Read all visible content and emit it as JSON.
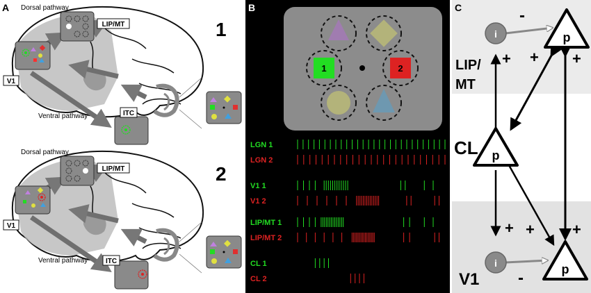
{
  "panel_a": {
    "label": "A",
    "top": {
      "number": "1",
      "dorsal_label": "Dorsal pathway",
      "ventral_label": "Ventral pathway",
      "lipmt_label": "LIP/MT",
      "v1_label": "V1",
      "itc_label": "ITC"
    },
    "bottom": {
      "number": "2",
      "dorsal_label": "Dorsal pathway",
      "ventral_label": "Ventral pathway",
      "lipmt_label": "LIP/MT",
      "v1_label": "V1",
      "itc_label": "ITC"
    }
  },
  "panel_b": {
    "label": "B",
    "stim_labels": {
      "one": "1",
      "two": "2"
    },
    "rows": [
      {
        "label": "LGN 1",
        "color": "#22dd22",
        "ticks": [
          [
            0,
            1,
            28
          ]
        ]
      },
      {
        "label": "LGN 2",
        "color": "#dd2222",
        "ticks": [
          [
            0,
            1,
            25
          ]
        ]
      },
      {
        "label": "V1 1",
        "color": "#22dd22",
        "ticks": [
          [
            0,
            0.12,
            4
          ],
          [
            0.18,
            0.34,
            12
          ],
          [
            0.7,
            0.73,
            2
          ],
          [
            0.86,
            0.92,
            2
          ]
        ]
      },
      {
        "label": "V1 2",
        "color": "#dd2222",
        "ticks": [
          [
            0,
            0.33,
            6
          ],
          [
            0.4,
            0.55,
            14
          ],
          [
            0.74,
            0.77,
            2
          ],
          [
            0.93,
            0.96,
            2
          ]
        ]
      },
      {
        "label": "LIP/MT 1",
        "color": "#22dd22",
        "ticks": [
          [
            0,
            0.12,
            4
          ],
          [
            0.16,
            0.31,
            14
          ],
          [
            0.72,
            0.76,
            2
          ],
          [
            0.86,
            0.92,
            2
          ]
        ]
      },
      {
        "label": "LIP/MT 2",
        "color": "#dd2222",
        "ticks": [
          [
            0,
            0.3,
            6
          ],
          [
            0.37,
            0.52,
            16
          ],
          [
            0.72,
            0.76,
            2
          ],
          [
            0.93,
            0.96,
            2
          ]
        ]
      },
      {
        "label": "CL 1",
        "color": "#22dd22",
        "ticks": [
          [
            0.12,
            0.21,
            4
          ]
        ]
      },
      {
        "label": "CL 2",
        "color": "#dd2222",
        "ticks": [
          [
            0.36,
            0.45,
            4
          ]
        ]
      }
    ]
  },
  "panel_c": {
    "label": "C",
    "region_top": "LIP/\nMT",
    "region_top_line1": "LIP/",
    "region_top_line2": "MT",
    "region_bottom": "V1",
    "cl_label": "CL",
    "p_label": "p",
    "i_label": "i",
    "plus": "+",
    "minus": "-"
  },
  "colors": {
    "green": "#22dd22",
    "red": "#dd2222",
    "dark_bg": "#000000",
    "light_bg": "#ebebeb",
    "brain_grey": "#b9b9b9",
    "tile_grey": "#8a8a8a"
  }
}
